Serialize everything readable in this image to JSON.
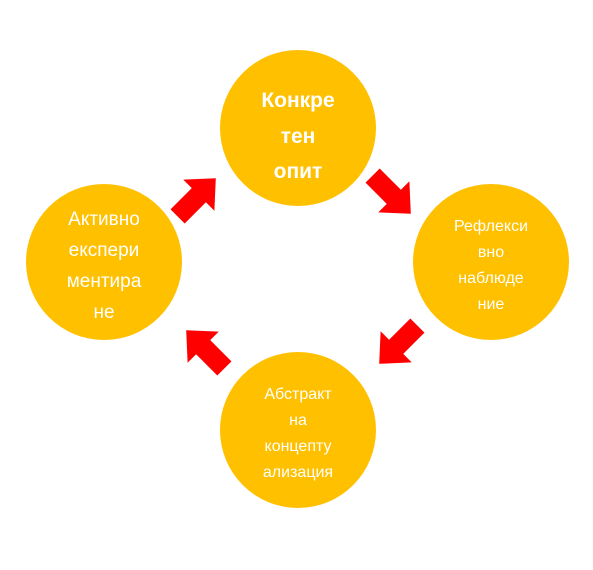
{
  "diagram": {
    "colors": {
      "node_fill": "#FFC000",
      "arrow_fill": "#FF0000",
      "text": "#FFFFFF"
    },
    "nodes": {
      "concrete": {
        "lines": [
          "Конкре",
          "тен",
          "опит"
        ]
      },
      "reflective": {
        "lines": [
          "Рефлекси",
          "вно",
          "наблюде",
          "ние"
        ]
      },
      "abstract": {
        "lines": [
          "Абстракт",
          "на",
          "концепту",
          "ализация"
        ]
      },
      "active": {
        "lines": [
          "Активно",
          "експери",
          "ментира",
          "не"
        ]
      }
    }
  }
}
